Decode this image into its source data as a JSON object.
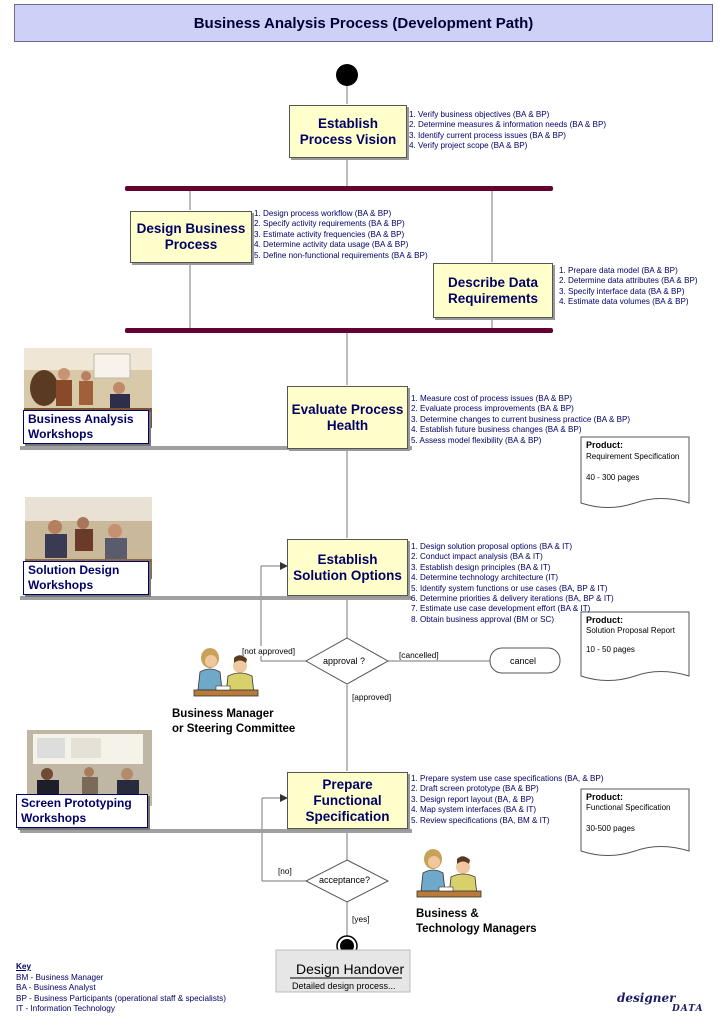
{
  "title": "Business Analysis Process (Development Path)",
  "activities": {
    "establish_vision": "Establish\nProcess Vision",
    "design_process": "Design Business\nProcess",
    "describe_data": "Describe Data\nRequirements",
    "evaluate_health": "Evaluate Process\nHealth",
    "establish_options": "Establish\nSolution Options",
    "prepare_spec": "Prepare\nFunctional\nSpecification"
  },
  "notes": {
    "vision": [
      "1. Verify business objectives  (BA & BP)",
      "2. Determine measures &  information needs  (BA & BP)",
      "3. Identify current process issues  (BA & BP)",
      "4. Verify project scope (BA & BP)"
    ],
    "design": [
      "1. Design process workflow (BA & BP)",
      "2. Specify activity requirements  (BA & BP)",
      "3. Estimate activity frequencies  (BA & BP)",
      "4. Determine activity data usage (BA & BP)",
      "5. Define non-functional requirements  (BA & BP)"
    ],
    "data": [
      "1. Prepare data model  (BA & BP)",
      "2. Determine data attributes  (BA & BP)",
      "3. Specify interface  data  (BA & BP)",
      "4. Estimate data volumes  (BA & BP)"
    ],
    "health": [
      "1. Measure cost of process issues (BA & BP)",
      "2. Evaluate process improvements (BA & BP)",
      "3. Determine changes to current business practice (BA & BP)",
      "4. Establish future business changes  (BA & BP)",
      "5. Assess model flexibility  (BA & BP)"
    ],
    "options": [
      "1. Design solution proposal options (BA & IT)",
      "2. Conduct impact analysis (BA & IT)",
      "3. Establish design principles (BA & IT)",
      "4. Determine technology architecture (IT)",
      "5. Identify system functions or use cases  (BA, BP & IT)",
      "6. Determine priorities & delivery iterations   (BA, BP & IT)",
      "7. Estimate use case development effort (BA & IT)",
      "8. Obtain business approval (BM or  SC)"
    ],
    "spec": [
      "1. Prepare system use case specifications (BA, & BP)",
      "2. Draft screen prototype (BA & BP)",
      "3. Design report  layout  (BA, & BP)",
      "4. Map system interfaces (BA & IT)",
      "5. Review specifications (BA, BM & IT)"
    ]
  },
  "products": {
    "requirement": {
      "label": "Product:",
      "name": "Requirement Specification",
      "pages": "40 - 300 pages"
    },
    "proposal": {
      "label": "Product:",
      "name": "Solution Proposal Report",
      "pages": "10 - 50 pages"
    },
    "functional": {
      "label": "Product:",
      "name": "Functional Specification",
      "pages": "30-500 pages"
    }
  },
  "workshops": {
    "ba": "Business Analysis\nWorkshops",
    "solution": "Solution Design\nWorkshops",
    "prototype": "Screen Prototyping\nWorkshops"
  },
  "decisions": {
    "approval": "approval ?",
    "acceptance": "acceptance?"
  },
  "guards": {
    "not_approved": "[not approved]",
    "cancelled": "[cancelled]",
    "approved": "[approved]",
    "no": "[no]",
    "yes": "[yes]"
  },
  "cancel": "cancel",
  "actors": {
    "bm": "Business Manager\nor Steering Committee",
    "btm": "Business &\nTechnology Managers"
  },
  "handover": {
    "title": "Design Handover",
    "subtitle": "Detailed design process..."
  },
  "key": {
    "title": "Key",
    "items": [
      "BM - Business Manager",
      "BA - Business Analyst",
      "BP -  Business  Participants   (operational staff & specialists)",
      "IT   - Information Technology"
    ]
  },
  "logo": {
    "word1": "designer",
    "word2": "DATA"
  },
  "colors": {
    "activity_fill": "#ffffcc",
    "title_fill": "#cfd0f8",
    "sync_bar": "#660033",
    "text_blue": "#000066"
  }
}
